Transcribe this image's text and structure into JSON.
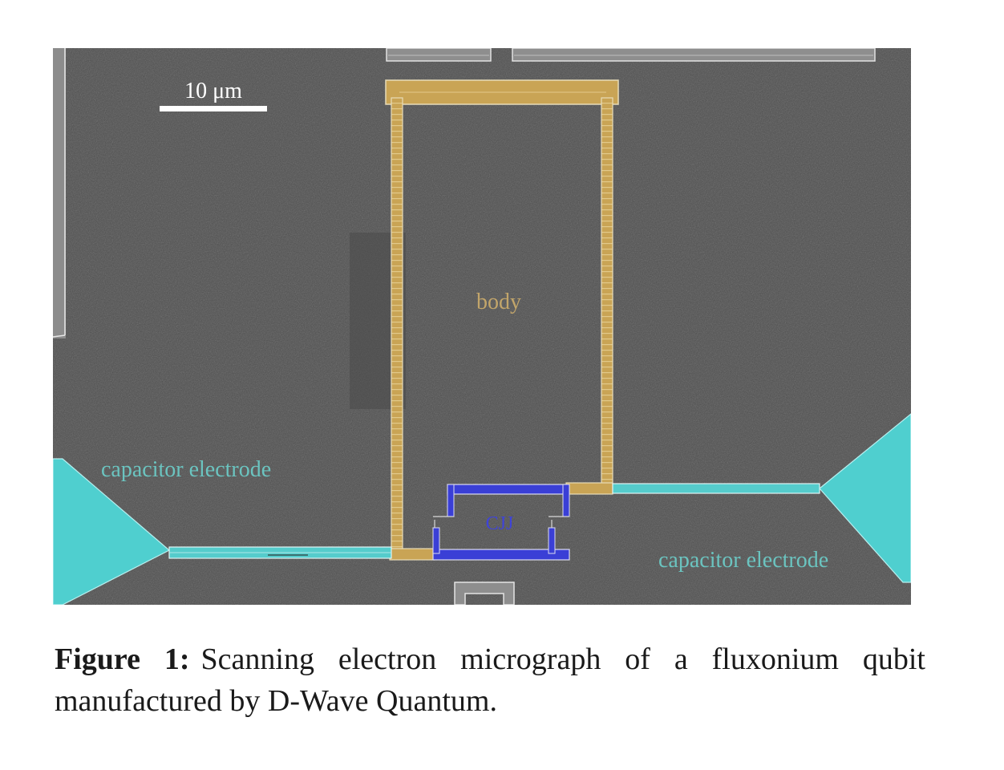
{
  "figure": {
    "type": "scanning-electron-micrograph",
    "scale_bar": {
      "label": "10 μm",
      "value": 10,
      "unit": "μm"
    },
    "annotations": {
      "body": "body",
      "cjj": "CJJ",
      "capacitor_left": "capacitor electrode",
      "capacitor_right": "capacitor electrode"
    },
    "colors": {
      "background": "#505050",
      "body": "#c9a455",
      "cjj": "#3a3fd6",
      "capacitor": "#4fcfcf",
      "metal_grey": "#8a8a8a",
      "edge_highlight": "#e6e6e6",
      "scale_bar": "#ffffff"
    }
  },
  "caption": {
    "label": "Figure 1:",
    "text_line1": "Scanning electron micrograph of a fluxonium qubit",
    "text_line2": "manufactured by D-Wave Quantum."
  }
}
